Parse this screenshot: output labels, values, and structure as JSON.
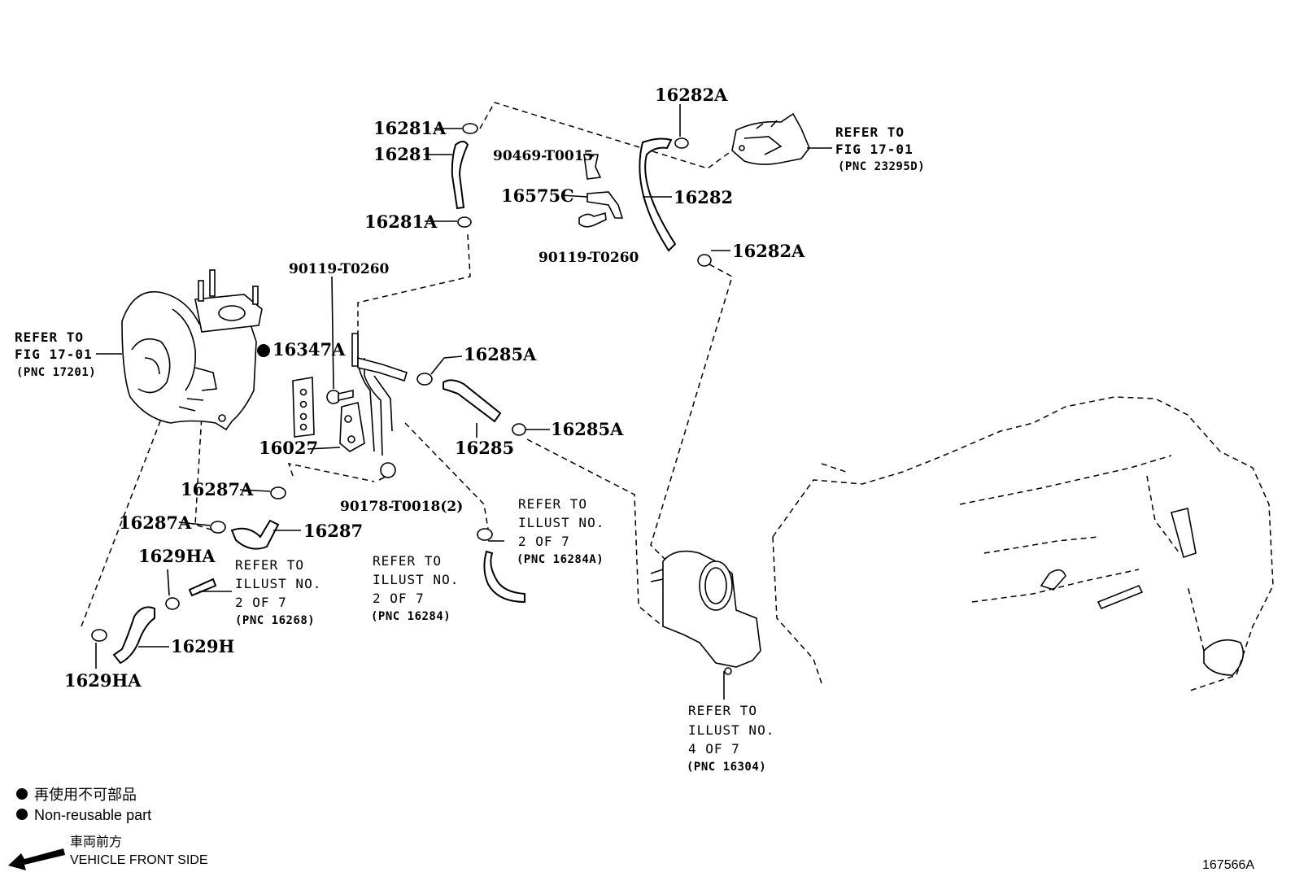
{
  "part_labels": {
    "p16281A_top": "16281A",
    "p16281": "16281",
    "p16281A_bot": "16281A",
    "p16282A_top": "16282A",
    "p90469": "90469-T0015",
    "p16575C": "16575C",
    "p16282": "16282",
    "p90119_right": "90119-T0260",
    "p16282A_bot": "16282A",
    "p90119_left": "90119-T0260",
    "p16347A": "16347A",
    "p16285A_top": "16285A",
    "p16285A_bot": "16285A",
    "p16285": "16285",
    "p16027": "16027",
    "p16287A_top": "16287A",
    "p16287A_bot": "16287A",
    "p16287": "16287",
    "p90178": "90178-T0018(2)",
    "p1629HA_top": "1629HA",
    "p1629H": "1629H",
    "p1629HA_bot": "1629HA"
  },
  "references": {
    "fig_top_right": {
      "l1": "REFER TO",
      "l2": "FIG 17-01",
      "pnc": "(PNC 23295D)"
    },
    "fig_left": {
      "l1": "REFER TO",
      "l2": "FIG 17-01",
      "pnc": "(PNC 17201)"
    },
    "illust_16268": {
      "l1": "REFER TO",
      "l2": "ILLUST NO.",
      "l3": "2 OF 7",
      "pnc": "(PNC 16268)"
    },
    "illust_16284": {
      "l1": "REFER TO",
      "l2": "ILLUST NO.",
      "l3": "2 OF 7",
      "pnc": "(PNC 16284)"
    },
    "illust_16284A": {
      "l1": "REFER TO",
      "l2": "ILLUST NO.",
      "l3": "2 OF 7",
      "pnc": "(PNC 16284A)"
    },
    "illust_16304": {
      "l1": "REFER TO",
      "l2": "ILLUST NO.",
      "l3": "4 OF 7",
      "pnc": "(PNC 16304)"
    }
  },
  "legend": {
    "jp_nonreusable": "再使用不可部品",
    "en_nonreusable": "Non-reusable part",
    "jp_front": "車両前方",
    "en_front": "VEHICLE FRONT SIDE"
  },
  "diagram_id": "167566A"
}
